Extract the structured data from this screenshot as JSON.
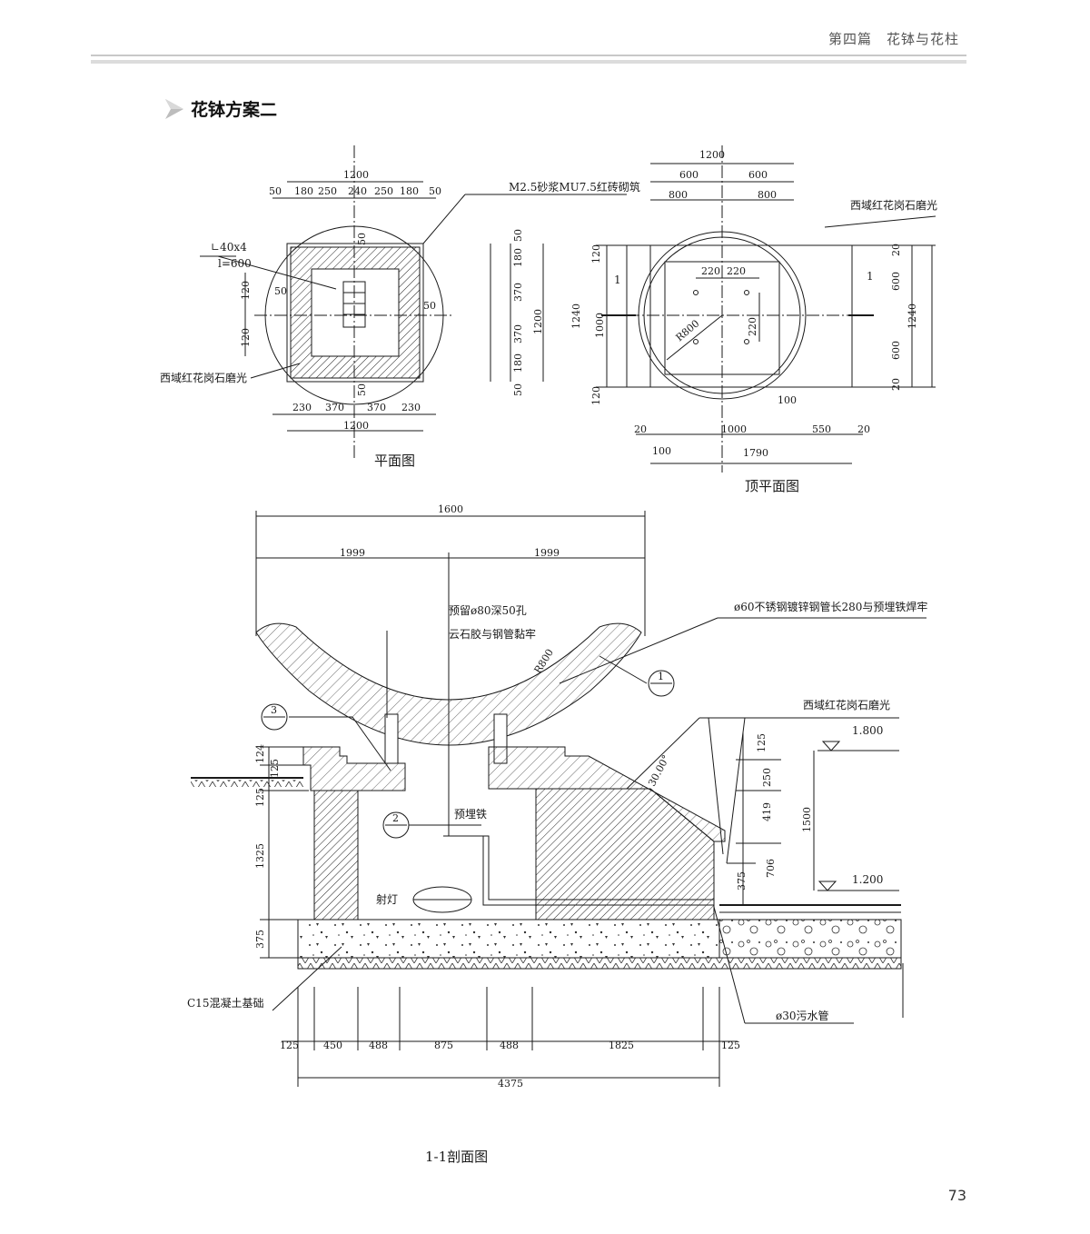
{
  "header": {
    "title": "第四篇　花钵与花柱",
    "page_number": "73"
  },
  "section_title": "花钵方案二",
  "plan_view": {
    "caption": "平面图",
    "top_total": "1200",
    "top_dims": [
      "50",
      "180",
      "250",
      "240",
      "250",
      "180",
      "50"
    ],
    "bottom_dims": [
      "230",
      "370",
      "370",
      "230"
    ],
    "bottom_total": "1200",
    "right_dims": [
      "50",
      "180",
      "370",
      "370",
      "180",
      "50"
    ],
    "right_total": "1200",
    "left_dims": [
      "120",
      "120"
    ],
    "inner_dims": [
      "50",
      "50",
      "50",
      "50"
    ],
    "angle_label": "∟40x4",
    "angle_length": "l=600",
    "brick_note": "M2.5砂浆MU7.5红砖砌筑",
    "stone_note": "西域红花岗石磨光"
  },
  "top_plan_view": {
    "caption": "顶平面图",
    "top_total": "1200",
    "top_half": [
      "600",
      "600"
    ],
    "top_outer": [
      "800",
      "800"
    ],
    "hole_spacing": [
      "220",
      "220"
    ],
    "hole_spacing_v": "220",
    "radius_label": "R800",
    "left_dims": [
      "120",
      "1000",
      "120"
    ],
    "left_total": "1240",
    "right_dims": [
      "20",
      "600",
      "600",
      "20"
    ],
    "right_total": "1240",
    "small_dim": "100",
    "bottom_dims": [
      "20",
      "1000",
      "550",
      "20"
    ],
    "bottom_sub": "100",
    "bottom_total": "1790",
    "section_marker": "1",
    "stone_note": "西域红花岗石磨光"
  },
  "section_view": {
    "caption": "1-1剖面图",
    "top_total": "1600",
    "top_halves": [
      "1999",
      "1999"
    ],
    "note_hole": "预留ø80深50孔",
    "note_glue": "云石胶与钢管黏牢",
    "note_pipe": "ø60不锈钢镀锌钢管长280与预埋铁焊牢",
    "radius_label": "R800",
    "stone_note": "西域红花岗石磨光",
    "angle_label": "30.00°",
    "elev_high": "1.800",
    "elev_low": "1.200",
    "embed_label": "预埋铁",
    "lamp_label": "射灯",
    "foundation_note": "C15混凝土基础",
    "drain_note": "ø30污水管",
    "left_dims": [
      "124",
      "125",
      "125",
      "1325",
      "375"
    ],
    "right_dims": [
      "125",
      "250",
      "419",
      "706",
      "375",
      "1500"
    ],
    "bottom_dims": [
      "125",
      "450",
      "488",
      "875",
      "488",
      "1825",
      "125"
    ],
    "bottom_total": "4375",
    "detail_markers": [
      "1",
      "2",
      "3"
    ]
  }
}
